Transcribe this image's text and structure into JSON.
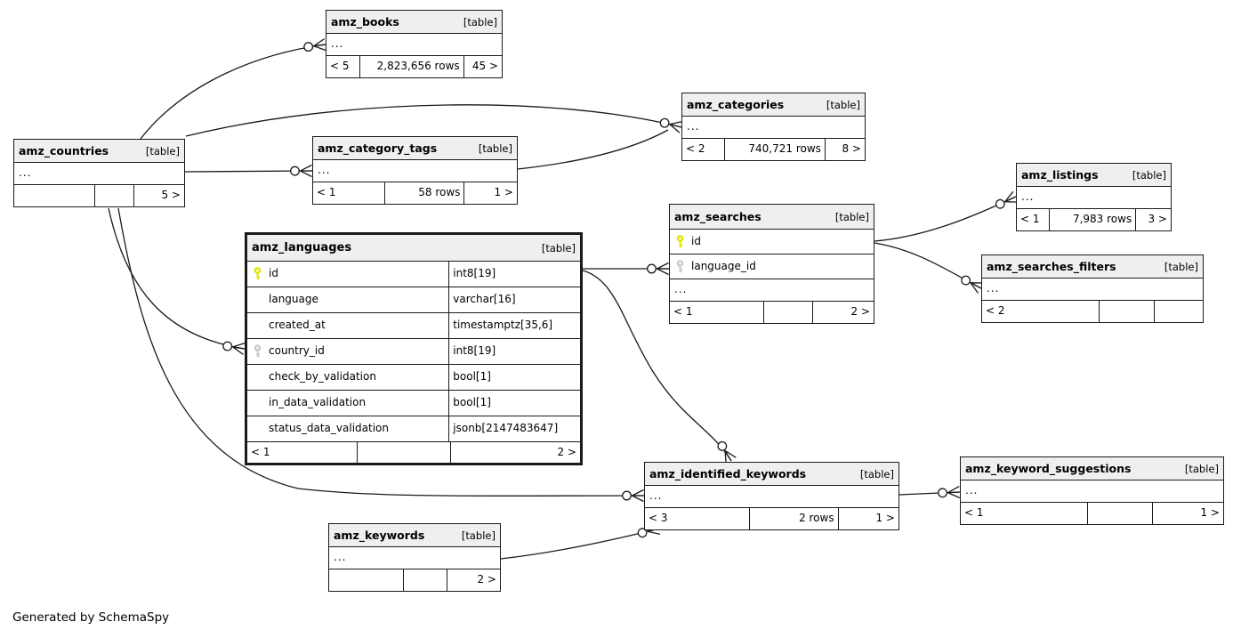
{
  "app": {
    "credit": "Generated by SchemaSpy"
  },
  "colors": {
    "header_bg": "#efefef",
    "pk_key": "#e3e300",
    "fk_key": "#c8c8c8",
    "line": "#1a1a1a"
  },
  "tables": {
    "books": {
      "name": "amz_books",
      "tag": "[table]",
      "ellipsis": "...",
      "foot": [
        "< 5",
        "2,823,656 rows",
        "45 >"
      ]
    },
    "categories": {
      "name": "amz_categories",
      "tag": "[table]",
      "ellipsis": "...",
      "foot": [
        "< 2",
        "740,721 rows",
        "8 >"
      ]
    },
    "countries": {
      "name": "amz_countries",
      "tag": "[table]",
      "ellipsis": "...",
      "foot": [
        "",
        "",
        "5 >"
      ]
    },
    "category_tags": {
      "name": "amz_category_tags",
      "tag": "[table]",
      "ellipsis": "...",
      "foot": [
        "< 1",
        "58 rows",
        "1 >"
      ]
    },
    "languages": {
      "name": "amz_languages",
      "tag": "[table]",
      "foot": [
        "< 1",
        "",
        "2 >"
      ],
      "columns": [
        {
          "name": "id",
          "type": "int8[19]",
          "key": "pk"
        },
        {
          "name": "language",
          "type": "varchar[16]",
          "key": null
        },
        {
          "name": "created_at",
          "type": "timestamptz[35,6]",
          "key": null
        },
        {
          "name": "country_id",
          "type": "int8[19]",
          "key": "fk"
        },
        {
          "name": "check_by_validation",
          "type": "bool[1]",
          "key": null
        },
        {
          "name": "in_data_validation",
          "type": "bool[1]",
          "key": null
        },
        {
          "name": "status_data_validation",
          "type": "jsonb[2147483647]",
          "key": null
        }
      ]
    },
    "searches": {
      "name": "amz_searches",
      "tag": "[table]",
      "ellipsis": "...",
      "foot": [
        "< 1",
        "",
        "2 >"
      ],
      "columns": [
        {
          "name": "id",
          "key": "pk"
        },
        {
          "name": "language_id",
          "key": "fk"
        }
      ]
    },
    "listings": {
      "name": "amz_listings",
      "tag": "[table]",
      "ellipsis": "...",
      "foot": [
        "< 1",
        "7,983 rows",
        "3 >"
      ]
    },
    "searches_filters": {
      "name": "amz_searches_filters",
      "tag": "[table]",
      "ellipsis": "...",
      "foot": [
        "< 2",
        "",
        ""
      ]
    },
    "identified_keywords": {
      "name": "amz_identified_keywords",
      "tag": "[table]",
      "ellipsis": "...",
      "foot": [
        "< 3",
        "2 rows",
        "1 >"
      ]
    },
    "keyword_suggestions": {
      "name": "amz_keyword_suggestions",
      "tag": "[table]",
      "ellipsis": "...",
      "foot": [
        "< 1",
        "",
        "1 >"
      ]
    },
    "keywords": {
      "name": "amz_keywords",
      "tag": "[table]",
      "ellipsis": "...",
      "foot": [
        "",
        "",
        "2 >"
      ]
    }
  },
  "relationships": [
    {
      "from": "amz_countries",
      "to": "amz_books"
    },
    {
      "from": "amz_countries",
      "to": "amz_categories"
    },
    {
      "from": "amz_category_tags",
      "to": "amz_categories"
    },
    {
      "from": "amz_countries",
      "to": "amz_category_tags"
    },
    {
      "from": "amz_countries",
      "to": "amz_languages"
    },
    {
      "from": "amz_countries",
      "to": "amz_identified_keywords"
    },
    {
      "from": "amz_languages",
      "to": "amz_searches"
    },
    {
      "from": "amz_languages",
      "to": "amz_identified_keywords"
    },
    {
      "from": "amz_searches",
      "to": "amz_listings"
    },
    {
      "from": "amz_searches",
      "to": "amz_searches_filters"
    },
    {
      "from": "amz_identified_keywords",
      "to": "amz_keyword_suggestions"
    },
    {
      "from": "amz_keywords",
      "to": "amz_identified_keywords"
    }
  ]
}
